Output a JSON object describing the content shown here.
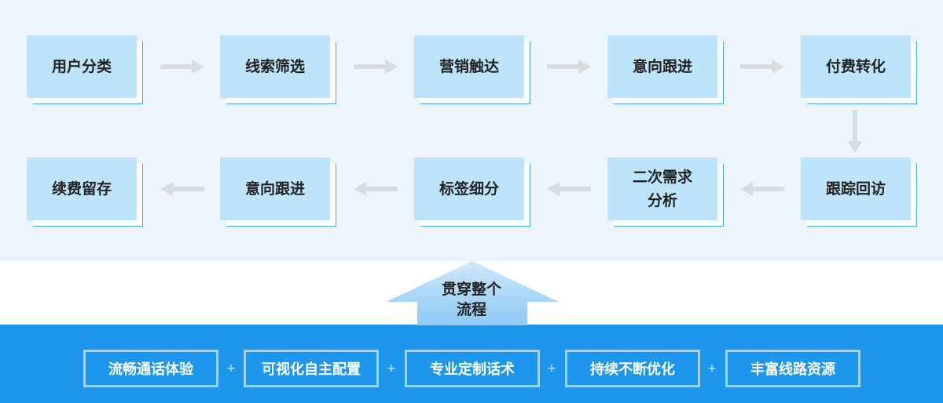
{
  "flow": {
    "row1": [
      "用户分类",
      "线索筛选",
      "营销触达",
      "意向跟进",
      "付费转化"
    ],
    "row2": [
      "跟踪回访",
      "二次需求\n分析",
      "标签细分",
      "意向跟进",
      "续费留存"
    ]
  },
  "through": {
    "label": "贯穿整个\n流程"
  },
  "features": [
    "流畅通话体验",
    "可视化自主配置",
    "专业定制话术",
    "持续不断优化",
    "丰富线路资源"
  ],
  "separator": "+",
  "colors": {
    "panel_bg": "#ecf5fd",
    "box_fill": "#bde4fb",
    "box_outline": "#3ea4ee",
    "arrow": "#d9dcde",
    "band": "#1e96ec",
    "feature_border": "#9fd3f8"
  }
}
